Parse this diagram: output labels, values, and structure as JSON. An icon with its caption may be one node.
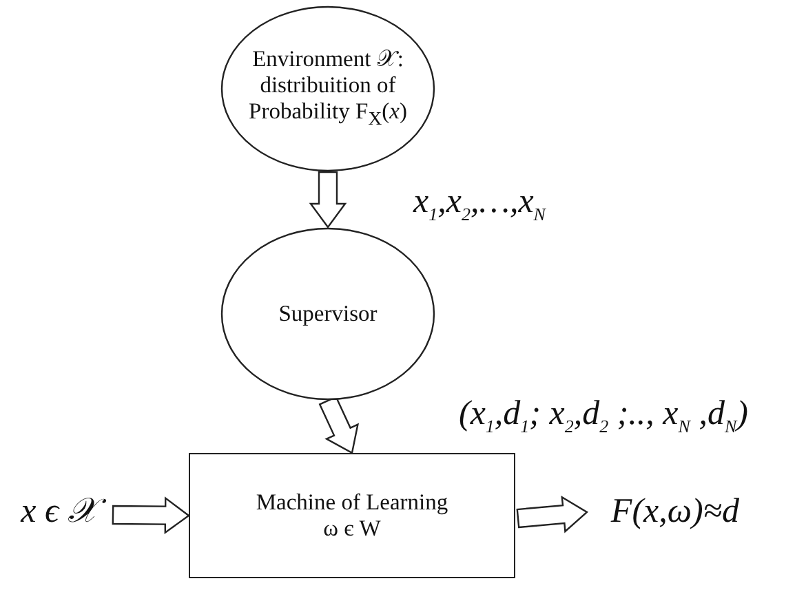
{
  "diagram": {
    "nodes": [
      {
        "text": [
          "Environment 𝒳: distribuition of Probability F$_{X}$(*x*)"
        ]
      },
      {
        "text": [
          "Supervisor"
        ]
      },
      {
        "text": [
          "Machine of Learning",
          "ω є W"
        ]
      },
      {
        "text": [
          "x ϵ 𝒳"
        ]
      },
      {
        "text": [
          "F(x,ω)≈d"
        ]
      }
    ],
    "edges": [
      {
        "from": 0,
        "to": 1,
        "arrow": "to",
        "label": "x$_{1}$,x$_{2}$,…,x$_{N}$"
      },
      {
        "from": 1,
        "to": 2,
        "arrow": "to",
        "label": "(x$_{1}$,d$_{1}$; x$_{2}$,d$_{2}$ ;.., x$_{N}$ ,d$_{N}$)"
      },
      {
        "from": 3,
        "to": 2,
        "arrow": "to"
      },
      {
        "from": 2,
        "to": 4,
        "arrow": "to"
      }
    ]
  }
}
